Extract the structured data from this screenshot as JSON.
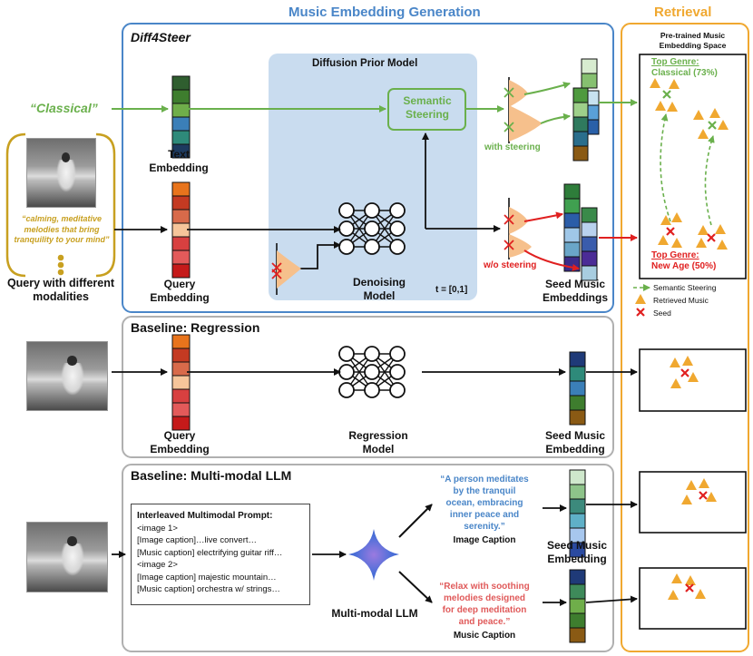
{
  "headers": {
    "music_embedding_generation": "Music Embedding Generation",
    "retrieval": "Retrieval"
  },
  "diff4steer": {
    "title": "Diff4Steer",
    "diffusion_prior_model": "Diffusion Prior Model",
    "semantic_steering": [
      "Semantic",
      "Steering"
    ],
    "denoising_model": [
      "Denoising",
      "Model"
    ],
    "timestep": "t = [0,1]",
    "with_steering": "with steering",
    "wo_steering": "w/o steering",
    "seed_music_embeddings": [
      "Seed Music",
      "Embeddings"
    ]
  },
  "inputs": {
    "classical_text": "“Classical”",
    "text_embedding": [
      "Text",
      "Embedding"
    ],
    "query_caption": [
      "“calming, meditative",
      "melodies that bring",
      "tranquility to your mind”"
    ],
    "query_with_modalities": [
      "Query with different",
      "modalities"
    ],
    "query_embedding": [
      "Query",
      "Embedding"
    ]
  },
  "retrieval": {
    "space_title": [
      "Pre-trained Music",
      "Embedding Space"
    ],
    "top_genre_label": "Top Genre:",
    "top_genre_value": "Classical (73%)",
    "bottom_genre_label": "Top Genre:",
    "bottom_genre_value": "New Age (50%)",
    "legend": [
      "Semantic Steering",
      "Retrieved Music",
      "Seed"
    ]
  },
  "regression": {
    "title": "Baseline: Regression",
    "query_embedding": [
      "Query",
      "Embedding"
    ],
    "model": [
      "Regression",
      "Model"
    ],
    "seed": [
      "Seed Music",
      "Embedding"
    ]
  },
  "mllm": {
    "title": "Baseline: Multi-modal LLM",
    "prompt_title": "Interleaved Multimodal Prompt:",
    "prompt_lines": [
      "<image 1>",
      "[Image caption]…live convert…",
      "[Music caption] electrifying guitar riff…",
      "<image 2>",
      "[Image caption] majestic mountain…",
      "[Music caption] orchestra w/ strings…"
    ],
    "llm_label": "Multi-modal LLM",
    "image_caption_quote": [
      "“A person meditates",
      "by the tranquil",
      "ocean, embracing",
      "inner peace and",
      "serenity.”"
    ],
    "image_caption_label": "Image Caption",
    "music_caption_quote": [
      "“Relax with soothing",
      "melodies designed",
      "for deep meditation",
      "and peace.”"
    ],
    "music_caption_label": "Music Caption",
    "seed": [
      "Seed Music",
      "Embedding"
    ]
  },
  "colors": {
    "blue_panel": "#4a86c8",
    "diffusion_fill": "#c9dcef",
    "orange": "#f0a830",
    "green": "#6ab04c",
    "red": "#e02020",
    "gray_panel": "#b0b0b0",
    "gold_text": "#c8a020"
  }
}
